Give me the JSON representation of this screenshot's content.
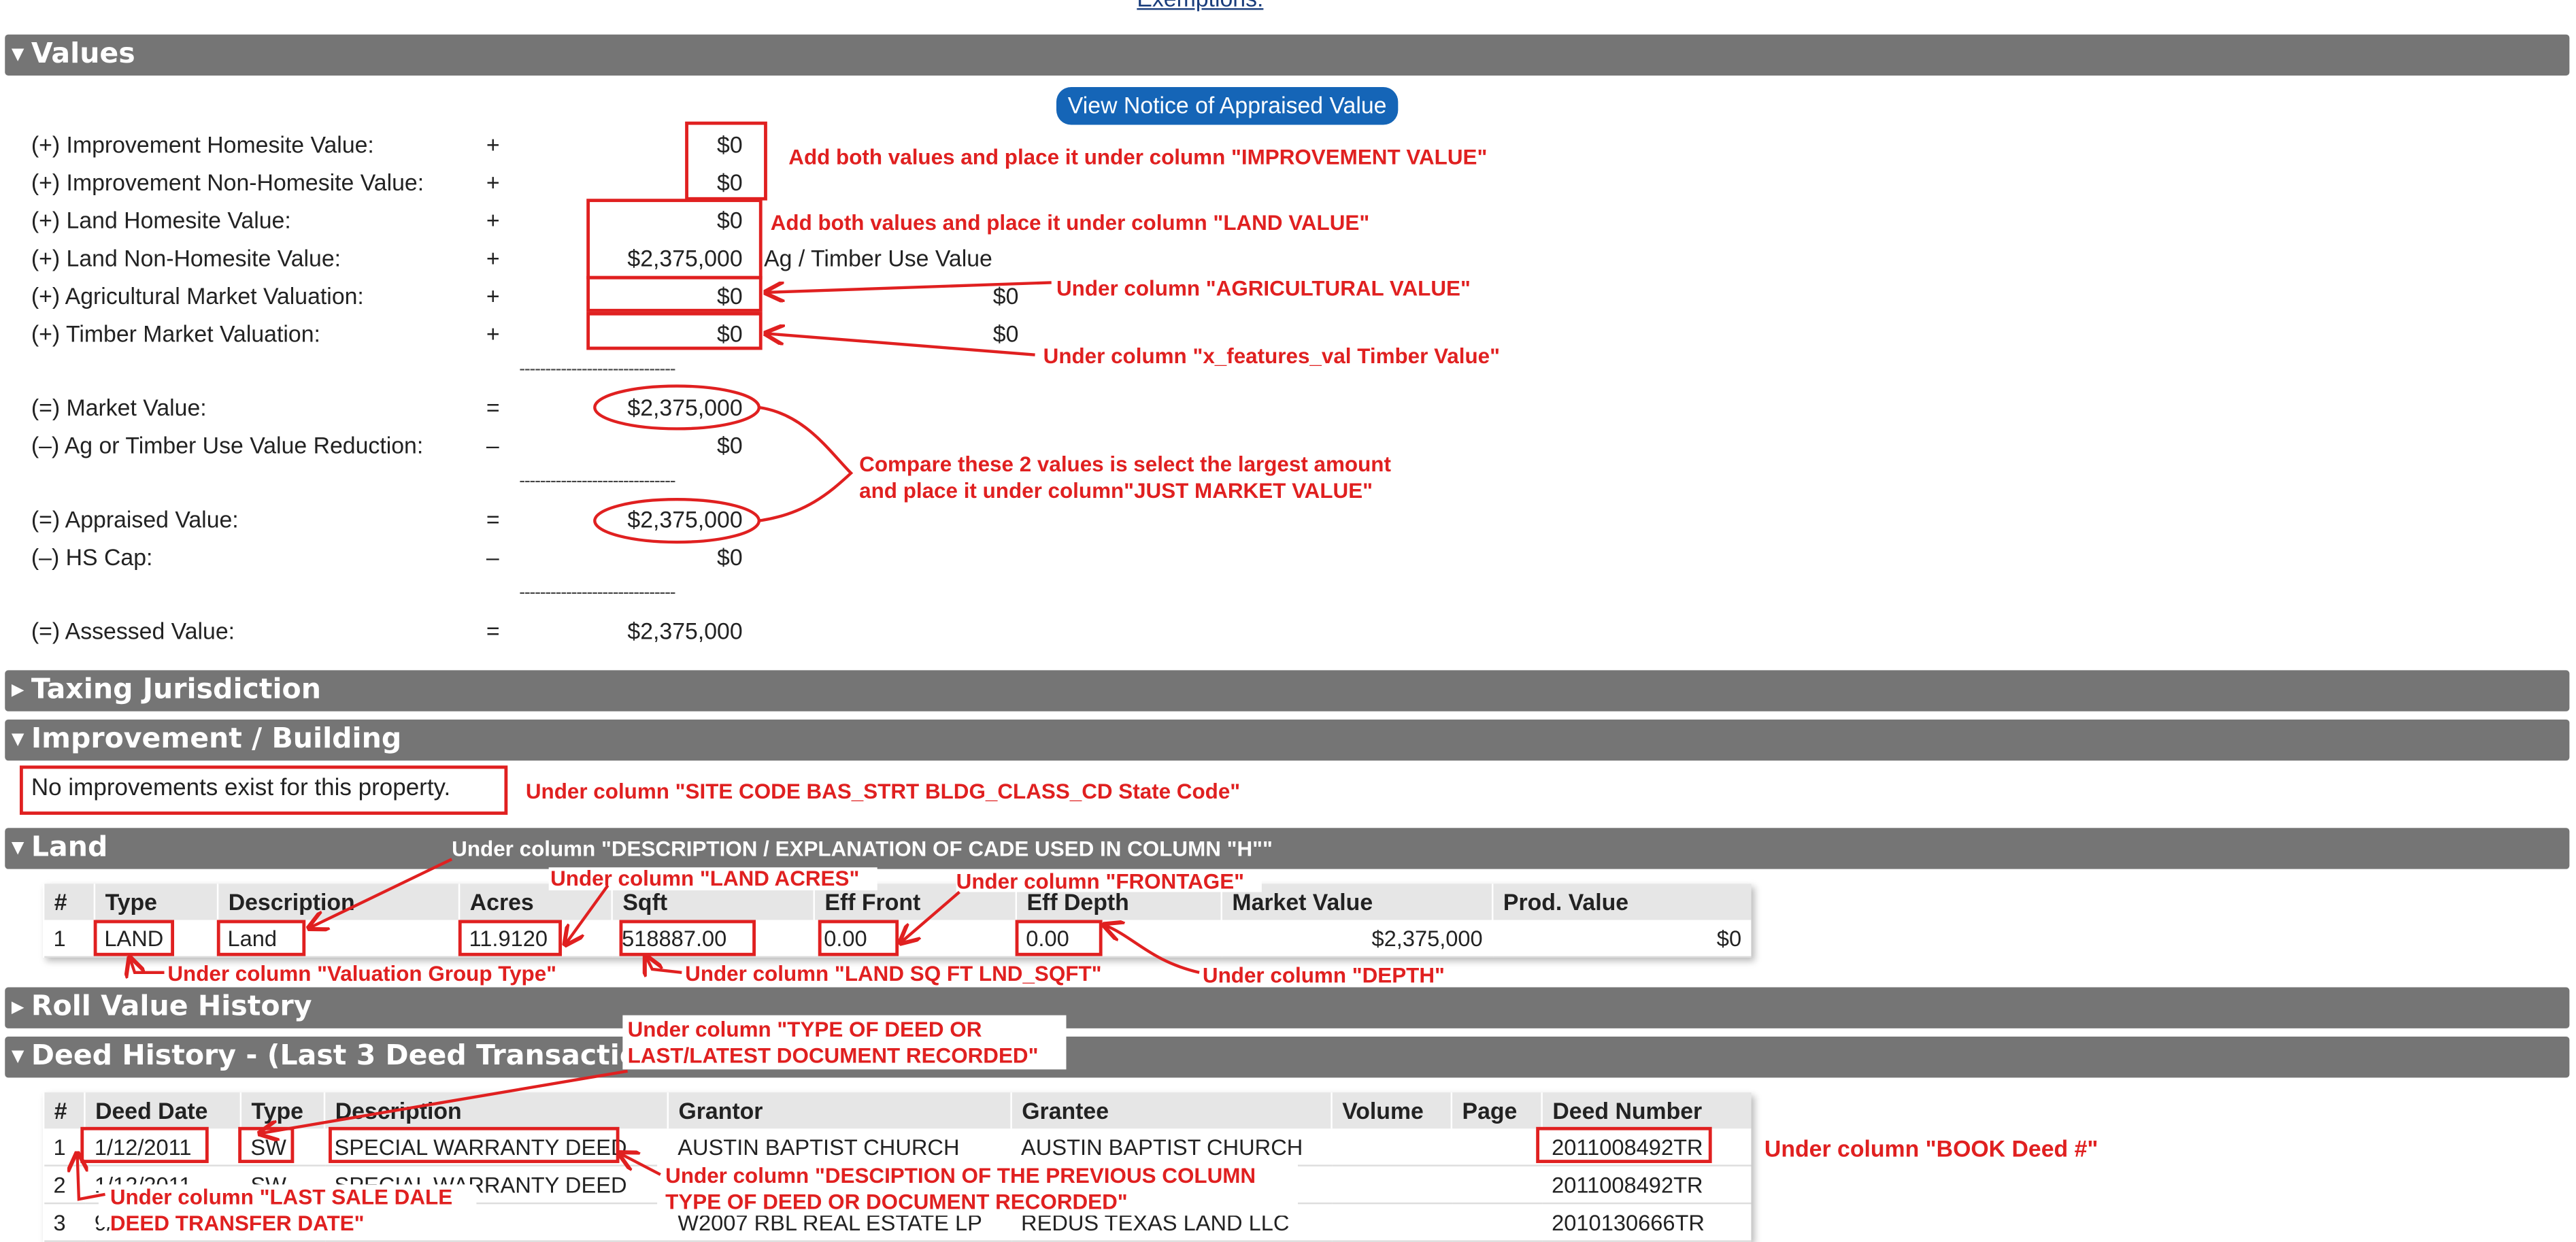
{
  "top_link": "Exemptions:",
  "values": {
    "section_title": "Values",
    "notice_button": "View Notice of Appraised Value",
    "rows": [
      {
        "label": "(+) Improvement Homesite Value:",
        "op": "+",
        "value": "$0"
      },
      {
        "label": "(+) Improvement Non-Homesite Value:",
        "op": "+",
        "value": "$0"
      },
      {
        "label": "(+) Land Homesite Value:",
        "op": "+",
        "value": "$0"
      },
      {
        "label": "(+) Land Non-Homesite Value:",
        "op": "+",
        "value": "$2,375,000"
      },
      {
        "label": "(+) Agricultural Market Valuation:",
        "op": "+",
        "value": "$0"
      },
      {
        "label": "(+) Timber Market Valuation:",
        "op": "+",
        "value": "$0"
      },
      {
        "label": "(=) Market Value:",
        "op": "=",
        "value": "$2,375,000"
      },
      {
        "label": "(–) Ag or Timber Use Value Reduction:",
        "op": "–",
        "value": "$0"
      },
      {
        "label": "(=) Appraised Value:",
        "op": "=",
        "value": "$2,375,000"
      },
      {
        "label": "(–) HS Cap:",
        "op": "–",
        "value": "$0"
      },
      {
        "label": "(=) Assessed Value:",
        "op": "=",
        "value": "$2,375,000"
      }
    ],
    "ag_header": "Ag / Timber Use Value",
    "ag_values": [
      "$0",
      "$0"
    ],
    "dashes": "------------------------------"
  },
  "annotations": {
    "improvement": "Add both values and place it under column \"IMPROVEMENT VALUE\"",
    "land": "Add both values and place it under column \"LAND VALUE\"",
    "agricultural": "Under column \"AGRICULTURAL VALUE\"",
    "timber": "Under column \"x_features_val Timber Value\"",
    "compare_1": "Compare these 2 values is select the largest amount",
    "compare_2": "and place it under column\"JUST MARKET VALUE\"",
    "site_code": "Under column \"SITE CODE BAS_STRT BLDG_CLASS_CD State Code\"",
    "description": "Under column \"DESCRIPTION / EXPLANATION OF CADE USED IN COLUMN \"H\"\"",
    "land_acres": "Under column \"LAND ACRES\"",
    "frontage": "Under column \"FRONTAGE\"",
    "valuation_group": "Under column \"Valuation Group Type\"",
    "land_sqft": "Under column \"LAND SQ FT  LND_SQFT\"",
    "depth": "Under column \"DEPTH\"",
    "type_of_deed_1": "Under column \"TYPE OF DEED OR",
    "type_of_deed_2": "LAST/LATEST DOCUMENT RECORDED\"",
    "book_deed": "Under column \"BOOK Deed #\"",
    "description_prev_1": "Under column \"DESCIPTION  OF THE PREVIOUS COLUMN",
    "description_prev_2": "TYPE OF DEED OR DOCUMENT RECORDED\"",
    "last_sale_1": "Under column \"LAST SALE DALE",
    "last_sale_2": "DEED TRANSFER DATE\""
  },
  "taxing": {
    "section_title": "Taxing Jurisdiction"
  },
  "improvement": {
    "section_title": "Improvement / Building",
    "message": "No improvements exist for this property."
  },
  "land": {
    "section_title": "Land",
    "headers": [
      "#",
      "Type",
      "Description",
      "Acres",
      "Sqft",
      "Eff Front",
      "Eff Depth",
      "Market Value",
      "Prod. Value"
    ],
    "row": {
      "num": "1",
      "type": "LAND",
      "description": "Land",
      "acres": "11.9120",
      "sqft": "518887.00",
      "eff_front": "0.00",
      "eff_depth": "0.00",
      "market_value": "$2,375,000",
      "prod_value": "$0"
    }
  },
  "roll": {
    "section_title": "Roll Value History"
  },
  "deed": {
    "section_title": "Deed History - (Last 3 Deed Transactions)",
    "headers": [
      "#",
      "Deed Date",
      "Type",
      "Description",
      "Grantor",
      "Grantee",
      "Volume",
      "Page",
      "Deed Number"
    ],
    "rows": [
      {
        "num": "1",
        "date": "1/12/2011",
        "type": "SW",
        "description": "SPECIAL WARRANTY DEED",
        "grantor": "AUSTIN BAPTIST CHURCH",
        "grantee": "AUSTIN BAPTIST CHURCH",
        "volume": "",
        "page": "",
        "deed_number": "2011008492TR"
      },
      {
        "num": "2",
        "date": "1/12/2011",
        "type": "SW",
        "description": "SPECIAL WARRANTY DEED",
        "grantor": "",
        "grantee": "",
        "volume": "",
        "page": "",
        "deed_number": "2011008492TR"
      },
      {
        "num": "3",
        "date": "9/",
        "type": "",
        "description": "",
        "grantor": "W2007 RBL REAL ESTATE LP",
        "grantee": "REDUS TEXAS LAND LLC",
        "volume": "",
        "page": "",
        "deed_number": "2010130666TR"
      }
    ]
  }
}
